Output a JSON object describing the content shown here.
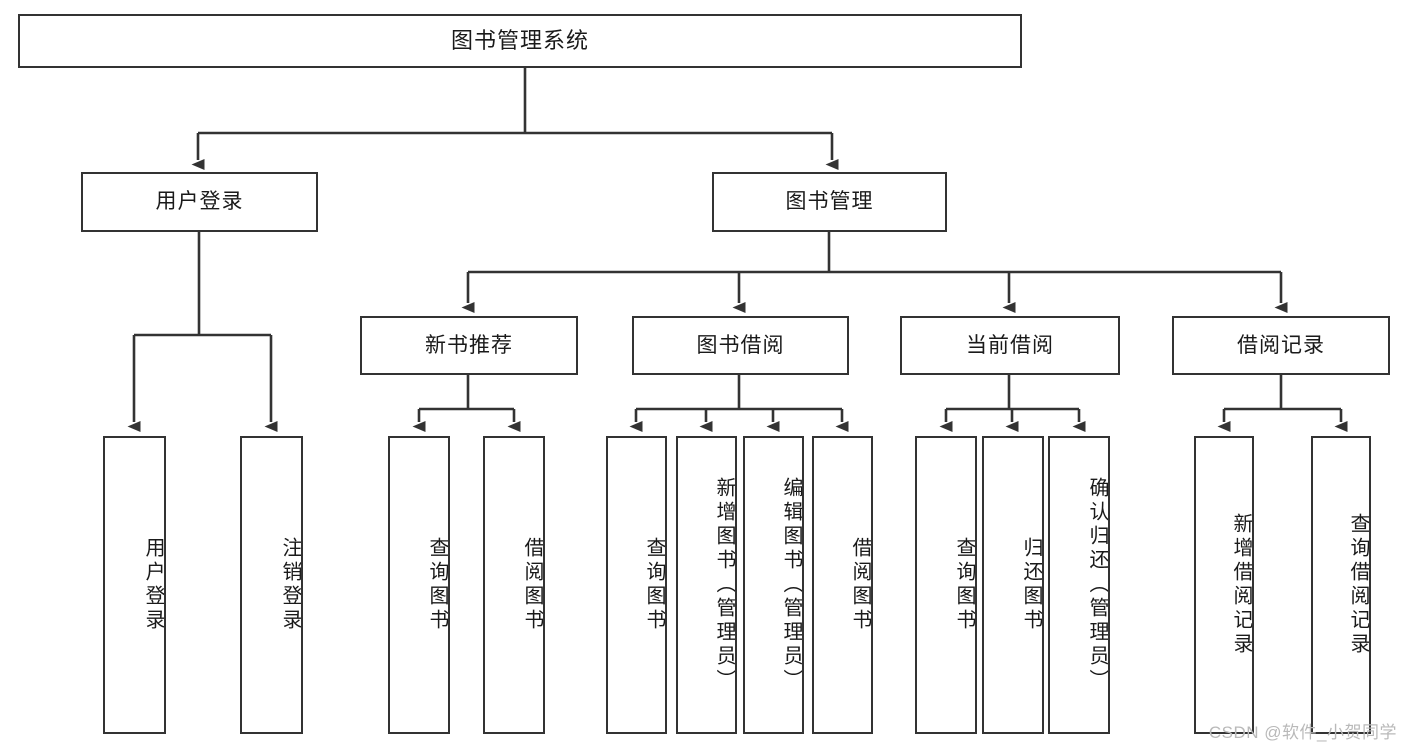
{
  "diagram": {
    "type": "tree-hierarchy",
    "title": "图书管理系统",
    "colors": {
      "border": "#333333",
      "fill": "#ffffff",
      "text": "#1a1a1a",
      "watermark": "#b9b9b9",
      "background": "#ffffff"
    },
    "root": {
      "label": "图书管理系统"
    },
    "level2": [
      {
        "id": "user-login",
        "label": "用户登录"
      },
      {
        "id": "book-management",
        "label": "图书管理"
      }
    ],
    "level3": [
      {
        "id": "new-book-recommend",
        "label": "新书推荐",
        "parent": "book-management"
      },
      {
        "id": "book-borrow",
        "label": "图书借阅",
        "parent": "book-management"
      },
      {
        "id": "current-borrow",
        "label": "当前借阅",
        "parent": "book-management"
      },
      {
        "id": "borrow-record",
        "label": "借阅记录",
        "parent": "book-management"
      }
    ],
    "leaves": {
      "user-login": [
        {
          "id": "leaf-user-login",
          "label": "用户登录"
        },
        {
          "id": "leaf-logout-login",
          "label": "注销登录"
        }
      ],
      "new-book-recommend": [
        {
          "id": "leaf-query-book-1",
          "label": "查询图书"
        },
        {
          "id": "leaf-borrow-book-1",
          "label": "借阅图书"
        }
      ],
      "book-borrow": [
        {
          "id": "leaf-query-book-2",
          "label": "查询图书"
        },
        {
          "id": "leaf-add-book",
          "label": "新增图书（管理员）"
        },
        {
          "id": "leaf-edit-book",
          "label": "编辑图书（管理员）"
        },
        {
          "id": "leaf-borrow-book-2",
          "label": "借阅图书"
        }
      ],
      "current-borrow": [
        {
          "id": "leaf-query-book-3",
          "label": "查询图书"
        },
        {
          "id": "leaf-return-book",
          "label": "归还图书"
        },
        {
          "id": "leaf-confirm-return",
          "label": "确认归还（管理员）"
        }
      ],
      "borrow-record": [
        {
          "id": "leaf-add-record",
          "label": "新增借阅记录"
        },
        {
          "id": "leaf-query-record",
          "label": "查询借阅记录"
        }
      ]
    }
  },
  "watermark": {
    "text": "CSDN @软件_小贺同学"
  }
}
